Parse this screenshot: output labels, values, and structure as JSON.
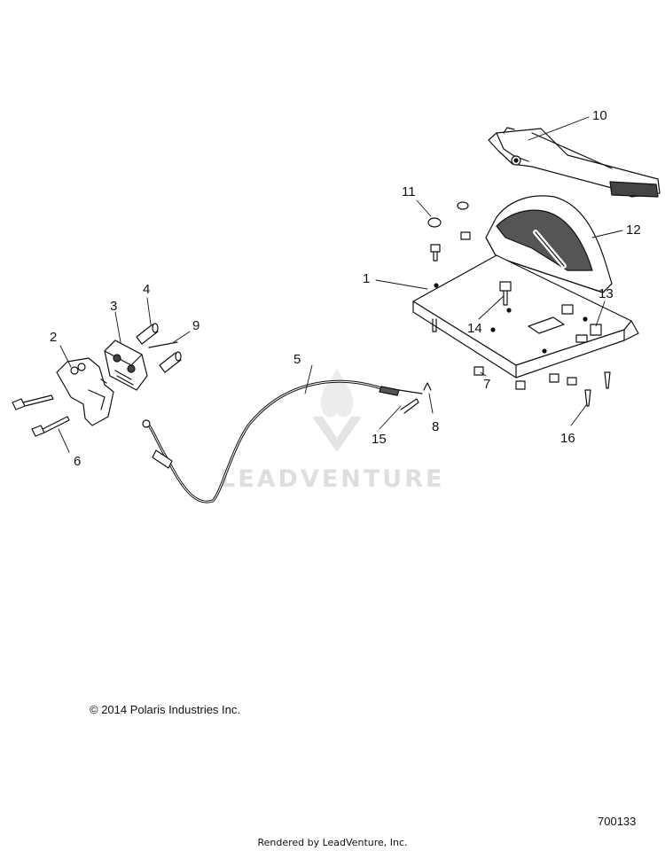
{
  "watermark": {
    "text": "LEADVENTURE"
  },
  "callouts": [
    {
      "id": "1",
      "label": "1"
    },
    {
      "id": "2",
      "label": "2"
    },
    {
      "id": "3",
      "label": "3"
    },
    {
      "id": "4",
      "label": "4"
    },
    {
      "id": "5",
      "label": "5"
    },
    {
      "id": "6",
      "label": "6"
    },
    {
      "id": "7",
      "label": "7"
    },
    {
      "id": "8",
      "label": "8"
    },
    {
      "id": "9",
      "label": "9"
    },
    {
      "id": "10",
      "label": "10"
    },
    {
      "id": "11",
      "label": "11"
    },
    {
      "id": "12",
      "label": "12"
    },
    {
      "id": "13",
      "label": "13"
    },
    {
      "id": "14",
      "label": "14"
    },
    {
      "id": "15",
      "label": "15"
    },
    {
      "id": "16",
      "label": "16"
    }
  ],
  "footer": {
    "copyright": "© 2014 Polaris Industries Inc.",
    "part_number": "700133",
    "rendered_by": "Rendered by LeadVenture, Inc."
  }
}
